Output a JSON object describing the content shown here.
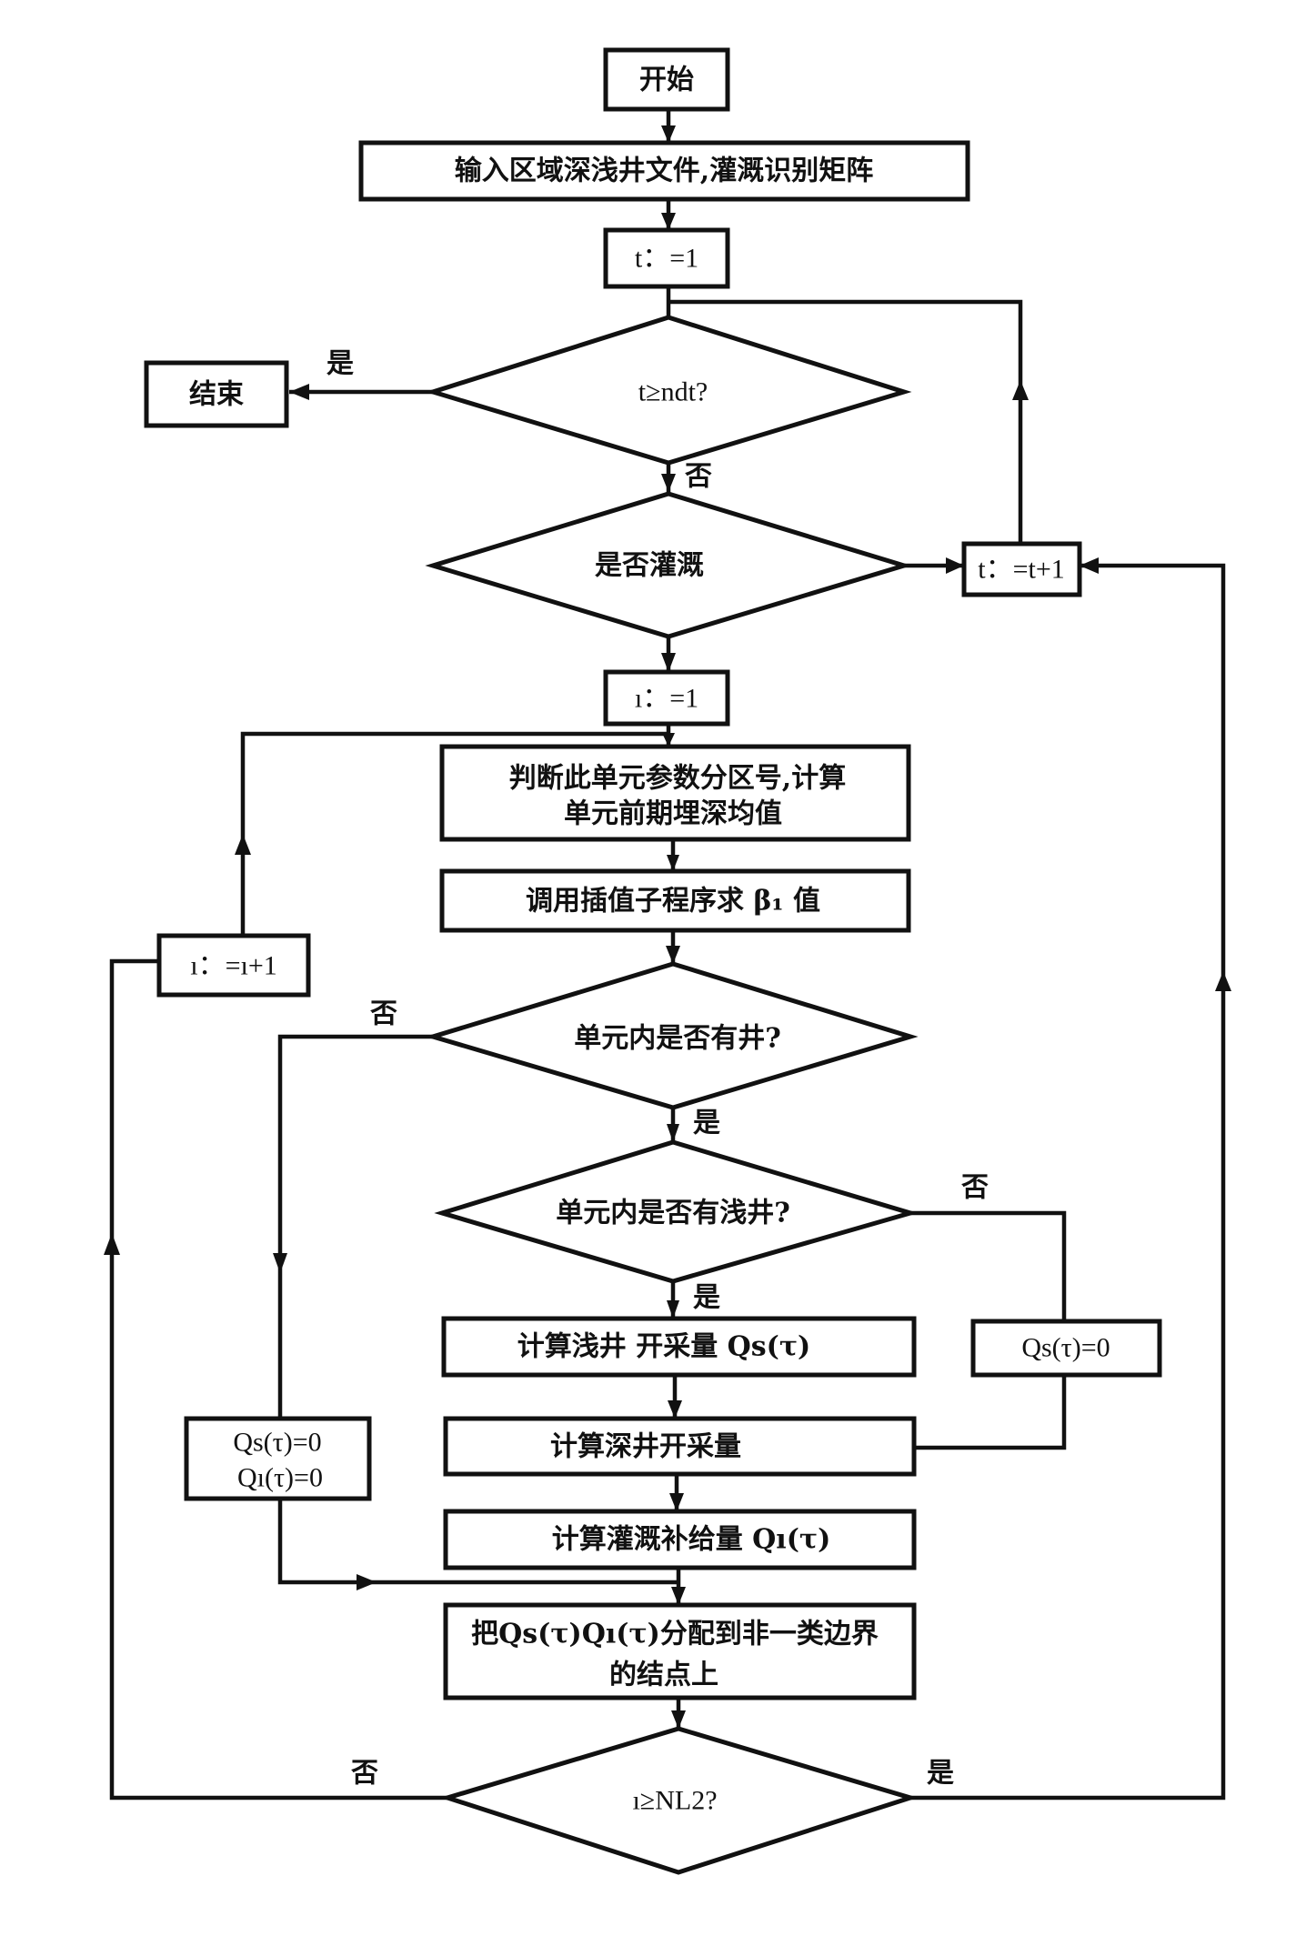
{
  "flowchart": {
    "nodes": {
      "start": "开始",
      "input": "输入区域深浅井文件,灌溉识别矩阵",
      "t_init": "t：=1",
      "t_check": "t≥ndt?",
      "end": "结束",
      "irrigate_check": "是否灌溉",
      "t_increment": "t：=t+1",
      "i_init": "ı：=1",
      "judge_line1": "判断此单元参数分区号,计算",
      "judge_line2": "单元前期埋深均值",
      "interp": "调用插值子程序求 β₁ 值",
      "i_increment": "ı：=ı+1",
      "well_check": "单元内是否有井?",
      "shallow_check": "单元内是否有浅井?",
      "shallow_calc": "计算浅井 开采量 Qs(τ)",
      "qs_zero": "Qs(τ)=0",
      "deep_calc": "计算深井开采量",
      "zero_line1": "Qs(τ)=0",
      "zero_line2": "Qı(τ)=0",
      "recharge_calc": "计算灌溉补给量 Qı(τ)",
      "allocate_line1": "把Qs(τ)Qı(τ)分配到非一类边界",
      "allocate_line2": "的结点上",
      "i_check": "ı≥NL2?"
    },
    "edge_labels": {
      "t_check_yes": "是",
      "t_check_no": "否",
      "well_no": "否",
      "well_yes": "是",
      "shallow_no": "否",
      "shallow_yes": "是",
      "i_check_no": "否",
      "i_check_yes": "是"
    }
  }
}
